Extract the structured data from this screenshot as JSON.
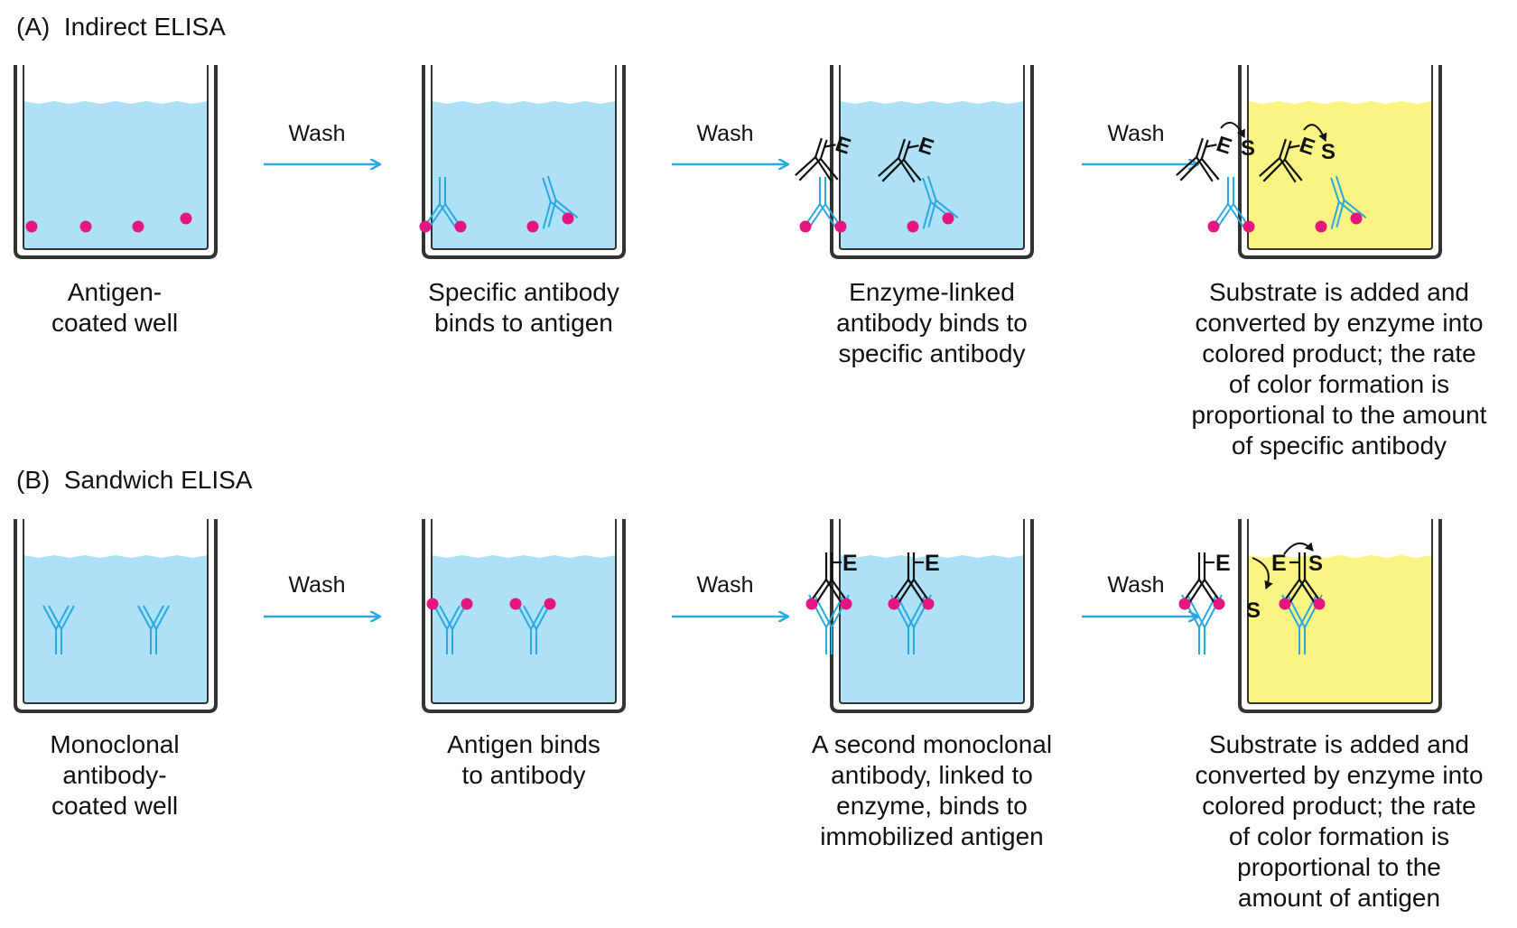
{
  "colors": {
    "liquid": "#aee0f8",
    "product": "#fbf482",
    "wall": "#333333",
    "antibody": "#29a9e1",
    "antigen": "#e3177f",
    "arrow": "#29a9e1",
    "enzyme_ab": "#111111"
  },
  "icons": {
    "step_arrow": "right-arrow-icon",
    "well": "well-icon",
    "antibody": "y-antibody-icon",
    "antigen": "antigen-dot-icon"
  },
  "panels": [
    {
      "title": "(A)  Indirect ELISA",
      "wash_label": "Wash",
      "wells": [
        {
          "liquid": "blue",
          "caption": [
            "Antigen-",
            "coated well"
          ]
        },
        {
          "liquid": "blue",
          "caption": [
            "Specific antibody",
            "binds to antigen"
          ]
        },
        {
          "liquid": "blue",
          "enzyme_label": "E",
          "caption": [
            "Enzyme-linked",
            "antibody binds to",
            "specific antibody"
          ]
        },
        {
          "liquid": "yellow",
          "enzyme_label": "E",
          "substrate_label": "S",
          "caption": [
            "Substrate is added and",
            "converted by enzyme into",
            "colored product; the rate",
            "of color formation is",
            "proportional to the amount",
            "of specific antibody"
          ]
        }
      ]
    },
    {
      "title": "(B)  Sandwich ELISA",
      "wash_label": "Wash",
      "wells": [
        {
          "liquid": "blue",
          "caption": [
            "Monoclonal",
            "antibody-",
            "coated well"
          ]
        },
        {
          "liquid": "blue",
          "caption": [
            "Antigen binds",
            "to antibody"
          ]
        },
        {
          "liquid": "blue",
          "enzyme_label": "E",
          "caption": [
            "A second monoclonal",
            "antibody, linked to",
            "enzyme, binds to",
            "immobilized antigen"
          ]
        },
        {
          "liquid": "yellow",
          "enzyme_label": "E",
          "substrate_label": "S",
          "caption": [
            "Substrate is added and",
            "converted by enzyme into",
            "colored product; the rate",
            "of color formation is",
            "proportional to the",
            "amount of antigen"
          ]
        }
      ]
    }
  ]
}
